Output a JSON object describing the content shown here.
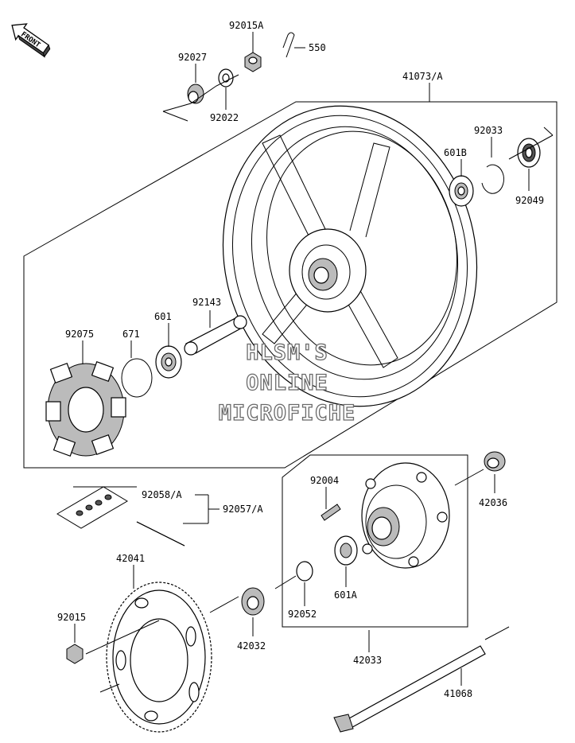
{
  "front_badge": "FRONT",
  "watermark": {
    "line1": "HLSM'S",
    "line2": "ONLINE",
    "line3": "MICROFICHE"
  },
  "parts": {
    "p92015A": "92015A",
    "p550": "550",
    "p92027": "92027",
    "p92022": "92022",
    "p41073A": "41073/A",
    "p92033": "92033",
    "p601B": "601B",
    "p92049": "92049",
    "p92143": "92143",
    "p92075": "92075",
    "p671": "671",
    "p601": "601",
    "p92058A": "92058/A",
    "p92057A": "92057/A",
    "p92004": "92004",
    "p42036": "42036",
    "p42041": "42041",
    "p92015": "92015",
    "p42032": "42032",
    "p92052": "92052",
    "p601A": "601A",
    "p42033": "42033",
    "p41068": "41068"
  }
}
